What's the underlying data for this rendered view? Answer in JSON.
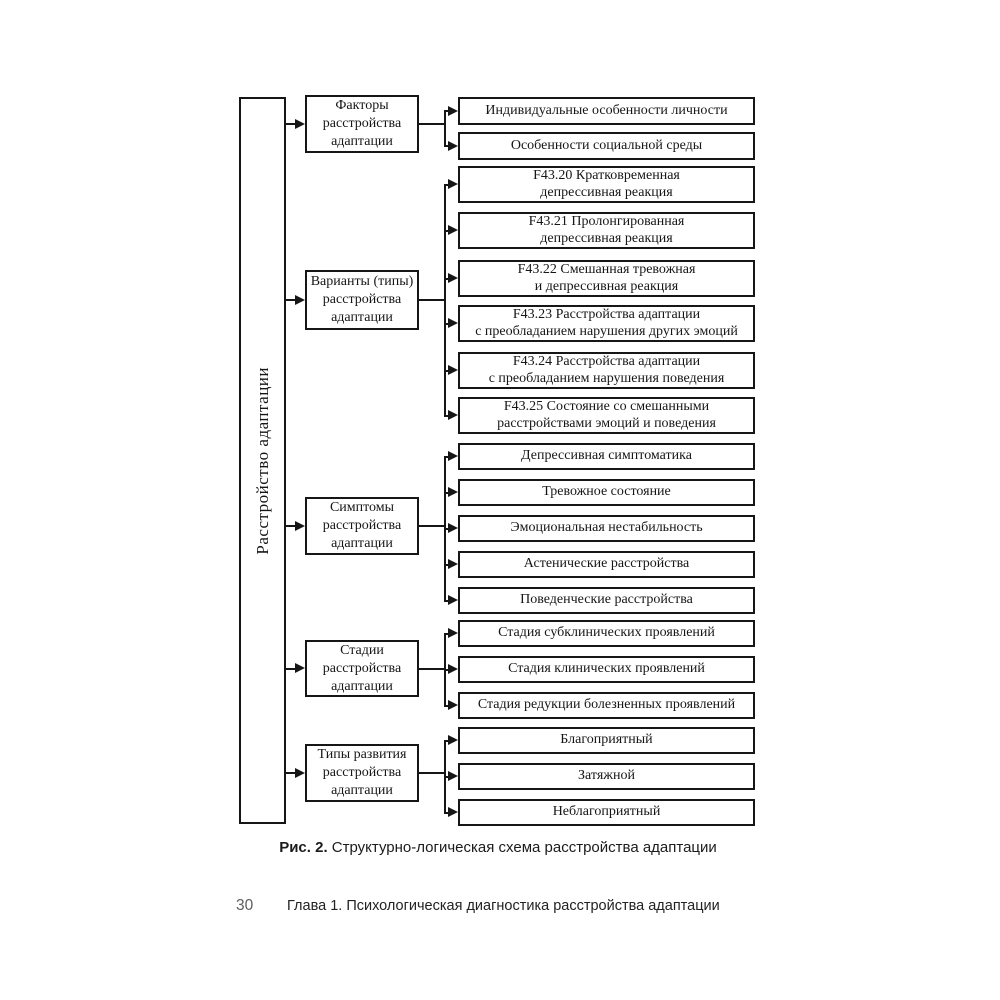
{
  "diagram": {
    "root_label": "Расстройство адаптации",
    "groups": [
      {
        "label_lines": [
          "Факторы",
          "расстройства",
          "адаптации"
        ],
        "children": [
          {
            "lines": [
              "Индивидуальные особенности личности"
            ]
          },
          {
            "lines": [
              "Особенности социальной среды"
            ]
          }
        ]
      },
      {
        "label_lines": [
          "Варианты (типы)",
          "расстройства",
          "адаптации"
        ],
        "children": [
          {
            "lines": [
              "F43.20 Кратковременная",
              "депрессивная реакция"
            ]
          },
          {
            "lines": [
              "F43.21 Пролонгированная",
              "депрессивная реакция"
            ]
          },
          {
            "lines": [
              "F43.22 Смешанная тревожная",
              "и депрессивная реакция"
            ]
          },
          {
            "lines": [
              "F43.23 Расстройства адаптации",
              "с преобладанием нарушения других эмоций"
            ]
          },
          {
            "lines": [
              "F43.24 Расстройства адаптации",
              "с преобладанием нарушения поведения"
            ]
          },
          {
            "lines": [
              "F43.25 Состояние со смешанными",
              "расстройствами эмоций и поведения"
            ]
          }
        ]
      },
      {
        "label_lines": [
          "Симптомы",
          "расстройства",
          "адаптации"
        ],
        "children": [
          {
            "lines": [
              "Депрессивная симптоматика"
            ]
          },
          {
            "lines": [
              "Тревожное состояние"
            ]
          },
          {
            "lines": [
              "Эмоциональная нестабильность"
            ]
          },
          {
            "lines": [
              "Астенические расстройства"
            ]
          },
          {
            "lines": [
              "Поведенческие расстройства"
            ]
          }
        ]
      },
      {
        "label_lines": [
          "Стадии",
          "расстройства",
          "адаптации"
        ],
        "children": [
          {
            "lines": [
              "Стадия субклинических проявлений"
            ]
          },
          {
            "lines": [
              "Стадия клинических проявлений"
            ]
          },
          {
            "lines": [
              "Стадия редукции болезненных проявлений"
            ]
          }
        ]
      },
      {
        "label_lines": [
          "Типы развития",
          "расстройства",
          "адаптации"
        ],
        "children": [
          {
            "lines": [
              "Благоприятный"
            ]
          },
          {
            "lines": [
              "Затяжной"
            ]
          },
          {
            "lines": [
              "Неблагоприятный"
            ]
          }
        ]
      }
    ]
  },
  "caption": {
    "figure_label": "Рис. 2.",
    "text": " Структурно-логическая схема расстройства адаптации"
  },
  "footer": {
    "page_number": "30",
    "chapter": "Глава 1. Психологическая диагностика расстройства адаптации"
  }
}
